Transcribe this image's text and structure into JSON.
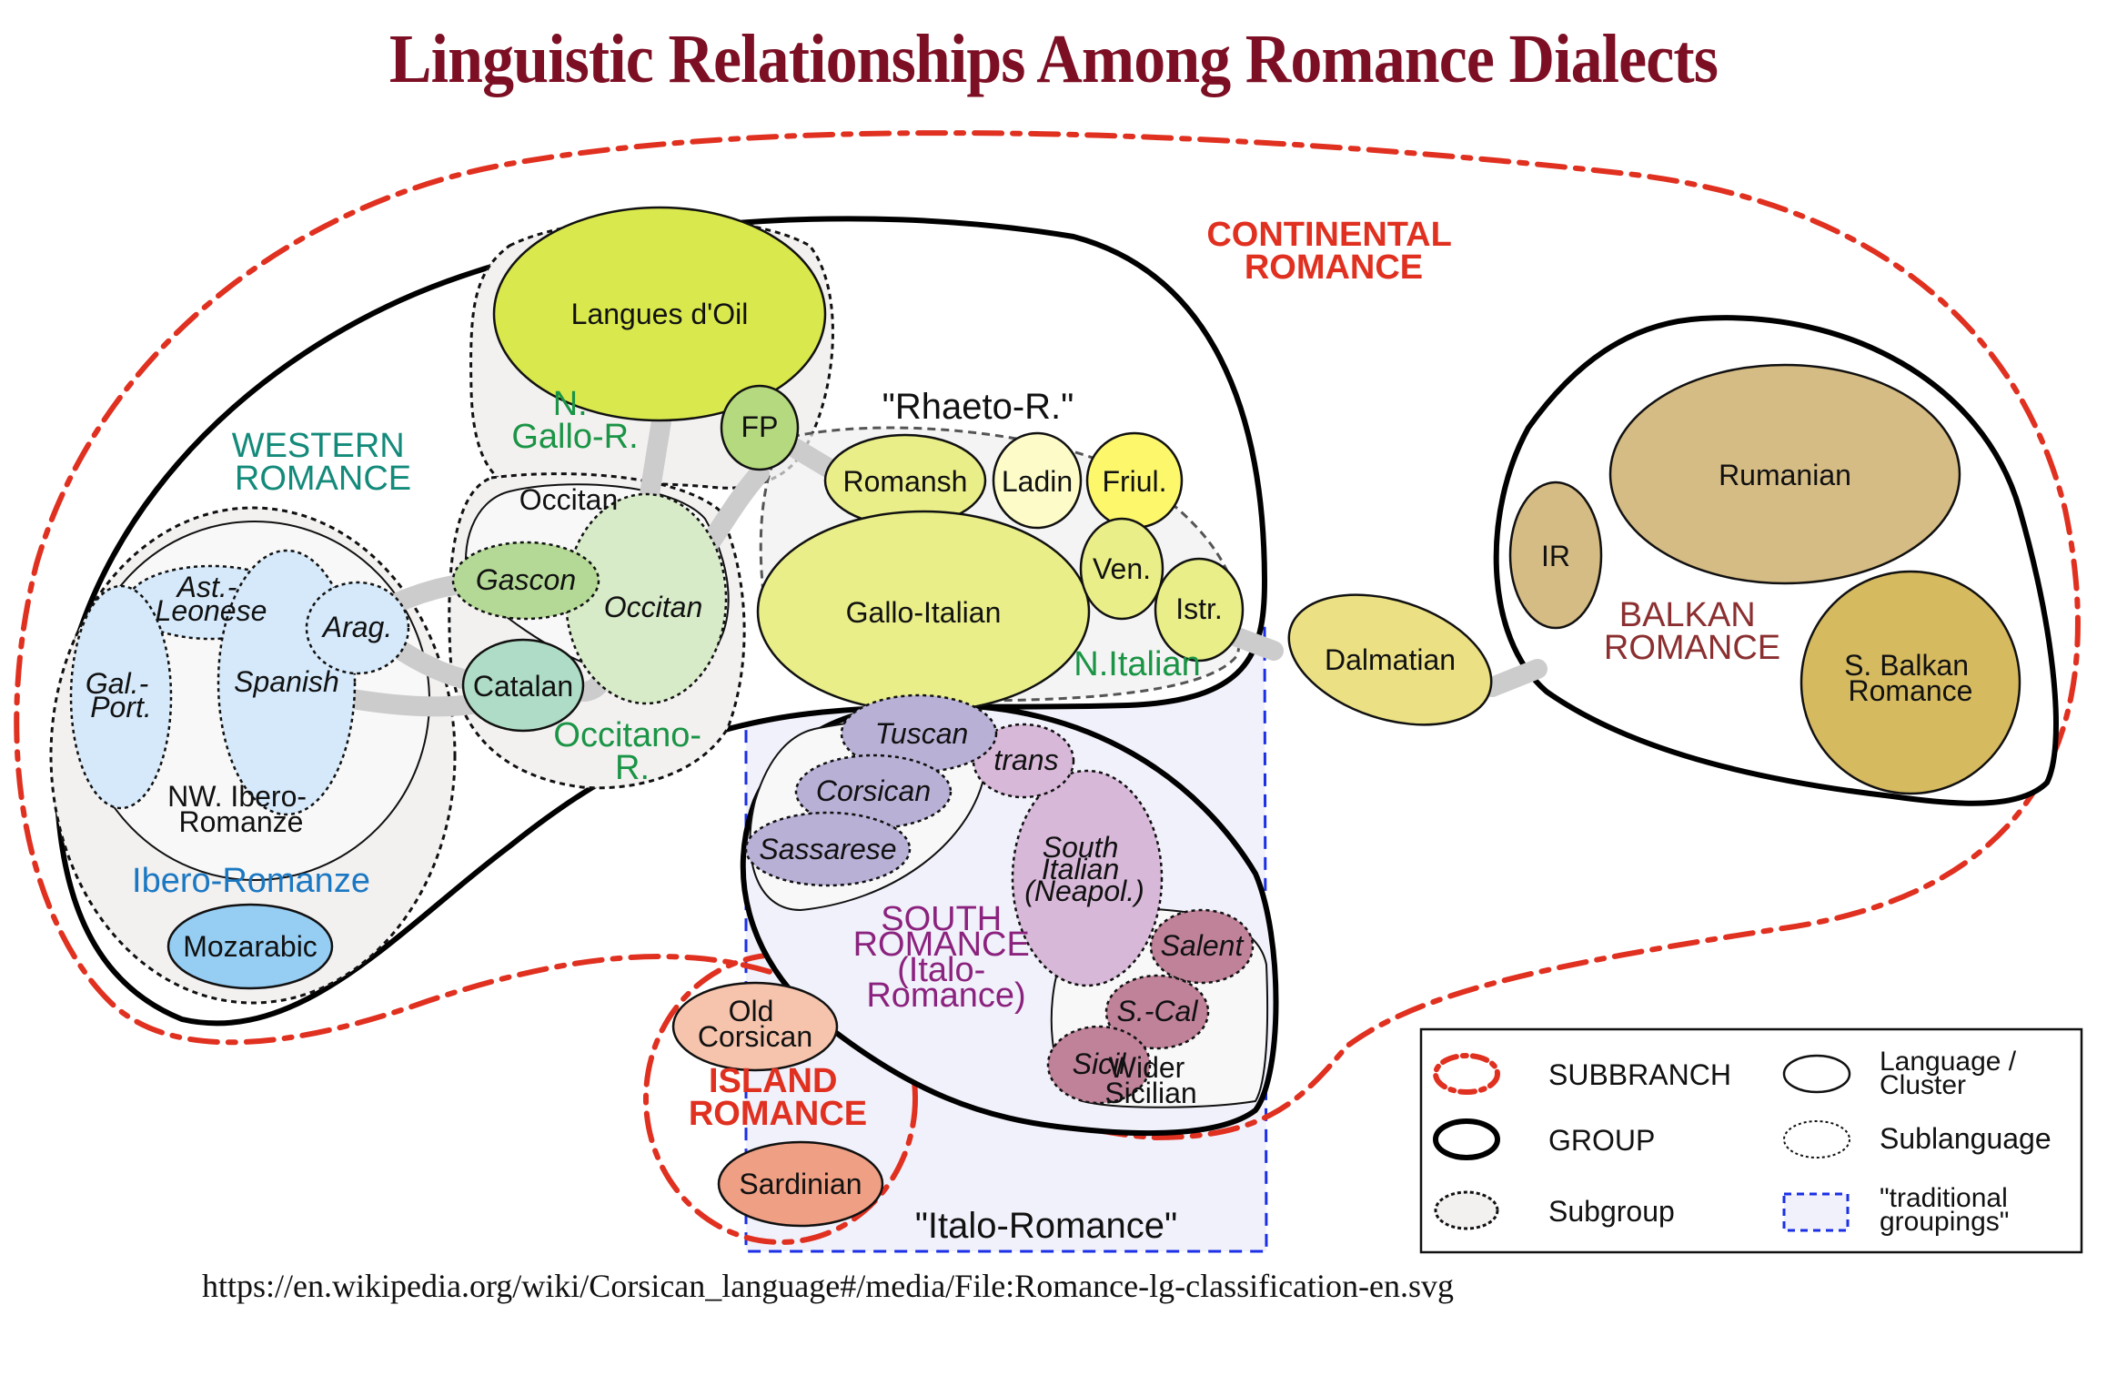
{
  "title": "Linguistic Relationships Among Romance Dialects",
  "source_url": "https://en.wikipedia.org/wiki/Corsican_language#/media/File:Romance-lg-classification-en.svg",
  "colors": {
    "title": "#7d0f24",
    "subbranch": "#e03020",
    "western": "#138a7a",
    "gallo_green": "#1a9445",
    "ibero_blue": "#1a78c2",
    "south_purple": "#8b237e",
    "balkan": "#8b2f30",
    "traditional_blue": "#1a2fe6"
  },
  "subbranches": {
    "continental": [
      "CONTINENTAL",
      "ROMANCE"
    ],
    "island": [
      "ISLAND",
      "ROMANCE"
    ]
  },
  "groups": {
    "western": [
      "WESTERN",
      "ROMANCE"
    ],
    "south": [
      "SOUTH",
      "ROMANCE",
      "(Italo-",
      "Romance)"
    ],
    "balkan": [
      "BALKAN",
      "ROMANCE"
    ]
  },
  "subgroups": {
    "n_gallo": [
      "N.",
      "Gallo-R."
    ],
    "occitano": [
      "Occitano-",
      "R."
    ],
    "ibero": "Ibero-Romanze",
    "n_italian": "N.Italian"
  },
  "clusters": {
    "nw_ibero": [
      "NW. Ibero-",
      "Romanze"
    ],
    "occitan_cluster": "Occitan",
    "wider_sicilian": [
      "Wider",
      "Sicilian"
    ]
  },
  "traditional": {
    "rhaeto": "\"Rhaeto-R.\"",
    "italo": "\"Italo-Romance\""
  },
  "languages": {
    "langues_doil": "Langues d'Oil",
    "fp": "FP",
    "romansh": "Romansh",
    "ladin": "Ladin",
    "friul": "Friul.",
    "gallo_italian": "Gallo-Italian",
    "ven": "Ven.",
    "istr": "Istr.",
    "catalan": "Catalan",
    "mozarabic": "Mozarabic",
    "dalmatian": "Dalmatian",
    "rumanian": "Rumanian",
    "ir": "IR",
    "s_balkan": [
      "S. Balkan",
      "Romance"
    ],
    "old_corsican": [
      "Old",
      "Corsican"
    ],
    "sardinian": "Sardinian"
  },
  "sublanguages": {
    "ast_leonese": [
      "Ast.-",
      "Leonese"
    ],
    "gal_port": [
      "Gal.-",
      "Port."
    ],
    "spanish": "Spanish",
    "arag": "Arag.",
    "gascon": "Gascon",
    "occitan": "Occitan",
    "tuscan": "Tuscan",
    "trans": "trans",
    "corsican": "Corsican",
    "sassarese": "Sassarese",
    "south_italian": [
      "South",
      "Italian",
      "(Neapol.)"
    ],
    "salent": "Salent",
    "s_cal": "S.-Cal",
    "sicil": "Sicil"
  },
  "legend": {
    "items": [
      {
        "label": [
          "SUBBRANCH"
        ]
      },
      {
        "label": [
          "Language /",
          "Cluster"
        ]
      },
      {
        "label": [
          "GROUP"
        ]
      },
      {
        "label": [
          "Sublanguage"
        ]
      },
      {
        "label": [
          "Subgroup"
        ]
      },
      {
        "label": [
          "\"traditional",
          "groupings\""
        ]
      }
    ]
  }
}
